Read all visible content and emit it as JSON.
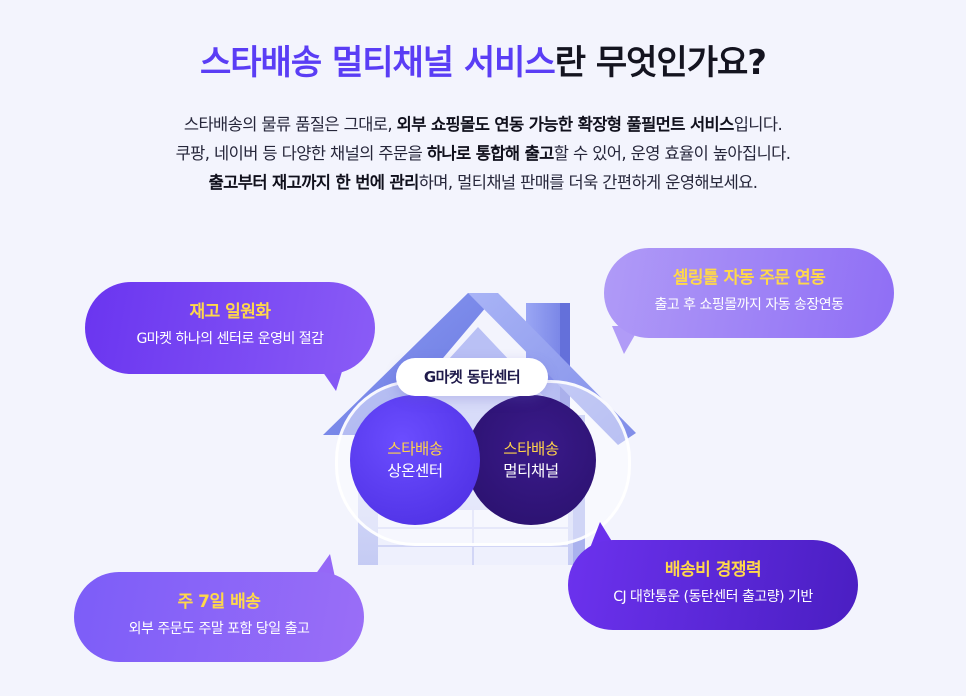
{
  "title": {
    "accent": "스타배송 멀티채널 서비스",
    "rest": "란 무엇인가요?"
  },
  "description": {
    "line1_a": "스타배송의 물류 품질은 그대로, ",
    "line1_b": "외부 쇼핑몰도 연동 가능한 확장형 풀필먼트 서비스",
    "line1_c": "입니다.",
    "line2_a": "쿠팡, 네이버 등 다양한 채널의 주문을 ",
    "line2_b": "하나로 통합해 출고",
    "line2_c": "할 수 있어, 운영 효율이 높아집니다.",
    "line3_b": "출고부터 재고까지 한 번에 관리",
    "line3_c": "하며, 멀티채널 판매를 더욱 간편하게 운영해보세요."
  },
  "center": {
    "label": "G마켓 동탄센터",
    "left_top": "스타배송",
    "left_bottom": "상온센터",
    "right_top": "스타배송",
    "right_bottom": "멀티채널"
  },
  "bubbles": [
    {
      "title": "재고 일원화",
      "subtitle": "G마켓 하나의 센터로 운영비 절감"
    },
    {
      "title": "셀링툴 자동 주문 연동",
      "subtitle": "출고 후 쇼핑몰까지 자동 송장연동"
    },
    {
      "title": "배송비 경쟁력",
      "subtitle": "CJ 대한통운 (동탄센터 출고량) 기반"
    },
    {
      "title": "주 7일 배송",
      "subtitle": "외부 주문도 주말 포함 당일 출고"
    }
  ],
  "colors": {
    "accent": "#5a3df5",
    "highlight": "#ffd84a",
    "background": "#f3f4fd"
  }
}
